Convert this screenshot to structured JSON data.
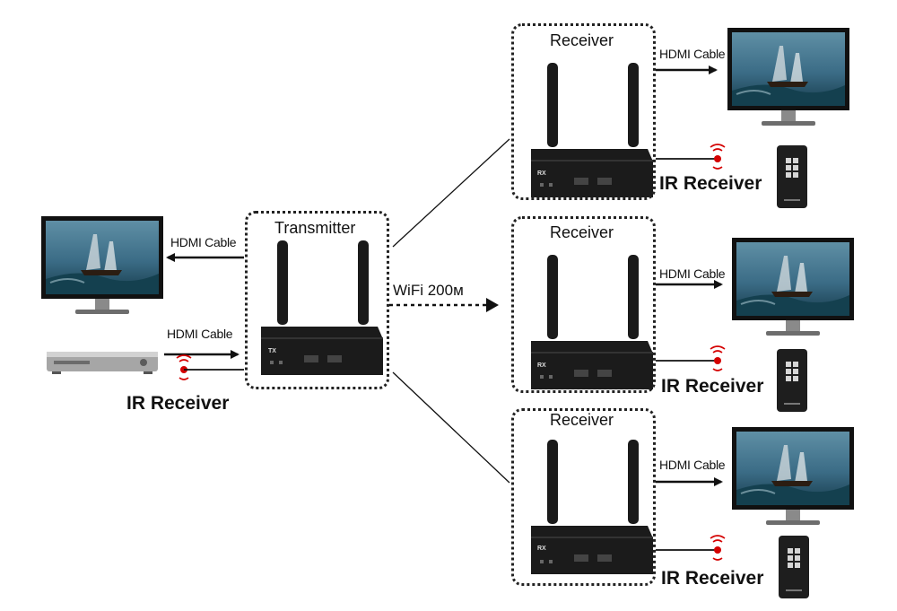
{
  "transmitter": {
    "title": "Transmitter",
    "device_label": "TX",
    "inputs": {
      "hdmi_out_cable": "HDMI Cable",
      "hdmi_in_cable": "HDMI Cable",
      "ir_label": "IR Receiver"
    }
  },
  "wireless": {
    "label": "WiFi 200м"
  },
  "receivers": [
    {
      "title": "Receiver",
      "device_label": "RX",
      "cable": "HDMI Cable",
      "ir_label": "IR Receiver"
    },
    {
      "title": "Receiver",
      "device_label": "RX",
      "cable": "HDMI Cable",
      "ir_label": "IR Receiver"
    },
    {
      "title": "Receiver",
      "device_label": "RX",
      "cable": "HDMI Cable",
      "ir_label": "IR Receiver"
    }
  ],
  "colors": {
    "ink": "#111111",
    "ir_red": "#d40000",
    "device": "#1b1b1b",
    "screen_sky": "#3b6c86",
    "screen_sea": "#1f4a5a"
  },
  "icons": [
    "monitor-icon",
    "dvd-player-icon",
    "ir-signal-icon",
    "remote-control-icon",
    "antenna-icon"
  ]
}
